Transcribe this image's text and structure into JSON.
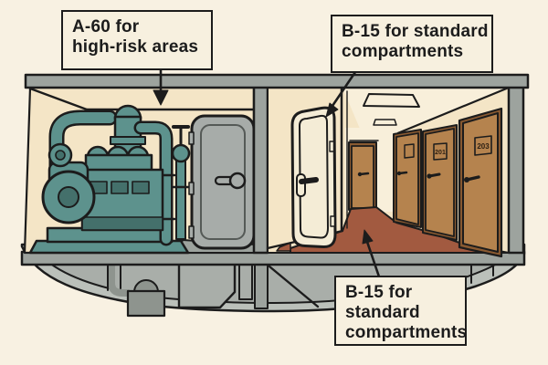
{
  "labels": {
    "a60": {
      "line1": "A-60 for",
      "line2": "high-risk areas"
    },
    "b15_top": {
      "line1": "B-15 for standard",
      "line2": "compartments"
    },
    "b15_bottom": {
      "line1": "B-15 for",
      "line2": "standard",
      "line3": "compartments"
    }
  },
  "corridor": {
    "door_numbers": {
      "mid": "201",
      "near": "203"
    }
  },
  "colors": {
    "bg": "#f8f1e2",
    "label-bg": "#f7f0df",
    "line": "#1c1c1c",
    "wall": "#f4e5c6",
    "wall-light": "#f8efda",
    "deck": "#9da39e",
    "hull": "#a9aea9",
    "hull-light": "#bbc0ba",
    "hull-dark": "#8e948e",
    "door-gray": "#a7aca9",
    "door-gray-line": "#555a57",
    "door-cream": "#f4ecd6",
    "floor-brown": "#a25a40",
    "cabin-door": "#b5834e",
    "cabin-frame": "#8a5a31",
    "engine": "#5d928d",
    "engine-dark": "#44706b"
  }
}
